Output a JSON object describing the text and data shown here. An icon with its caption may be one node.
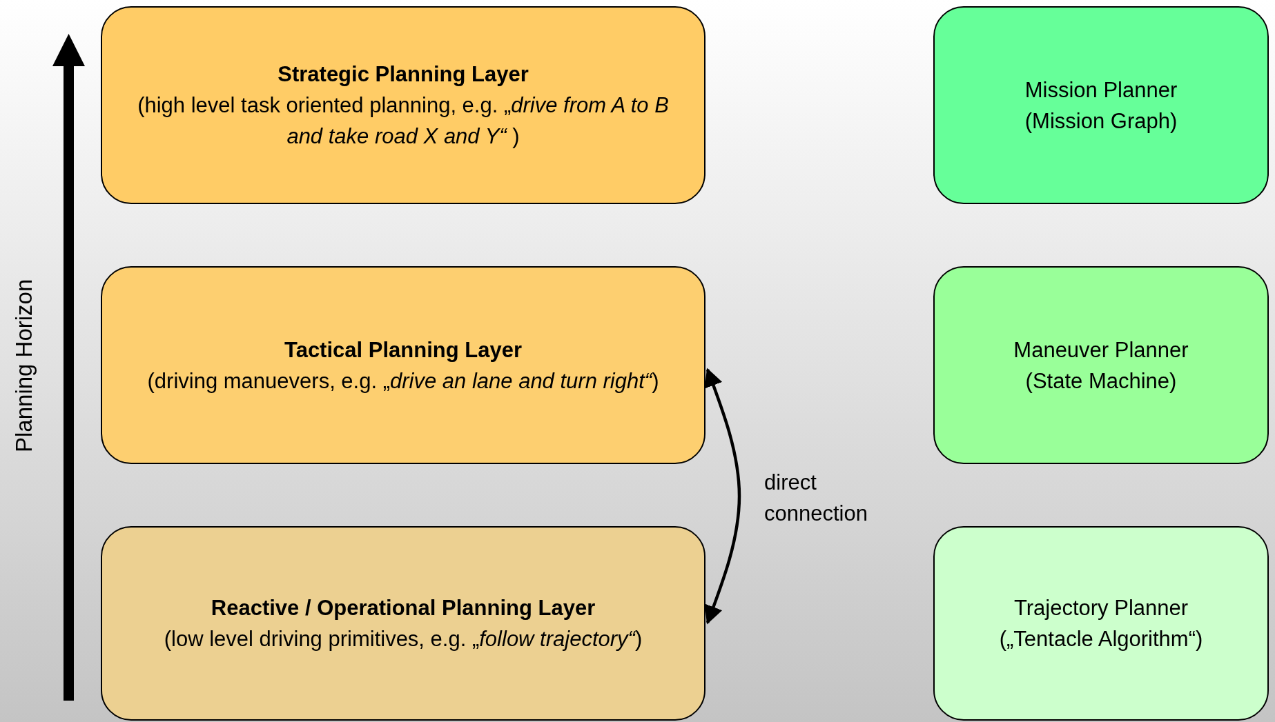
{
  "diagram": {
    "nodes": [
      {
        "text": [
          "Strategic Planning Layer",
          "(high level task oriented planning, e.g. „*drive from A to B and take road X and Y“* )"
        ]
      },
      {
        "text": [
          "Tactical Planning Layer",
          "(driving manuevers, e.g. „*drive an lane and turn right“*)"
        ]
      },
      {
        "text": [
          "Reactive / Operational Planning Layer",
          "(low level driving primitives, e.g. „*follow trajectory“*)"
        ]
      },
      {
        "text": [
          "Mission Planner",
          "(Mission Graph)"
        ]
      },
      {
        "text": [
          "Maneuver Planner",
          "(State Machine)"
        ]
      },
      {
        "text": [
          "Trajectory Planner",
          "(„Tentacle Algorithm“)"
        ]
      }
    ],
    "edges": [
      {
        "from": 2,
        "to": 1,
        "arrow": "both",
        "label": "direct connection"
      }
    ],
    "labels": [
      "Planning Horizon"
    ]
  }
}
